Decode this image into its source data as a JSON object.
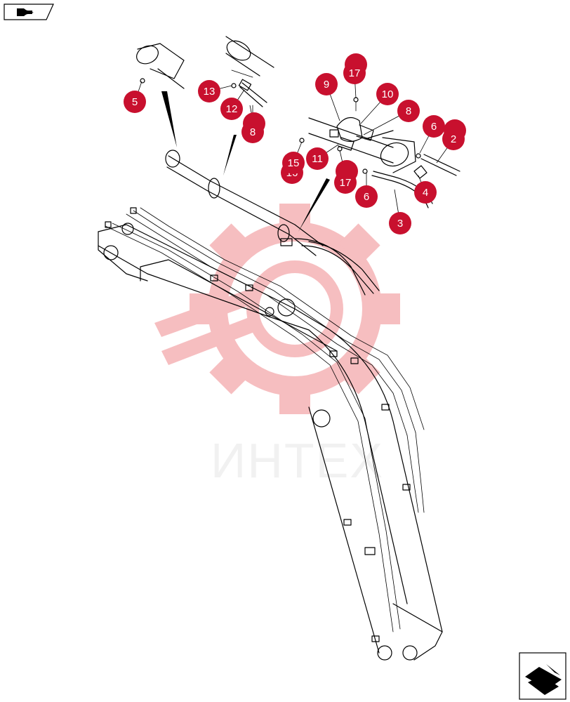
{
  "nav": {
    "prev_icon": "previous-page-arrow-icon",
    "next_icon": "next-page-arrow-icon"
  },
  "watermark": {
    "text": "ИНТЕХ",
    "color": "#e8474c"
  },
  "colors": {
    "callout_fill": "#c8102e",
    "callout_text": "#ffffff",
    "line": "#000000"
  },
  "callouts": [
    {
      "id": "c5",
      "label": "5"
    },
    {
      "id": "c13",
      "label": "13"
    },
    {
      "id": "c12",
      "label": "12"
    },
    {
      "id": "c8a",
      "label": "8"
    },
    {
      "id": "c8b",
      "label": "8"
    },
    {
      "id": "c17a",
      "label": "17"
    },
    {
      "id": "c9",
      "label": "9"
    },
    {
      "id": "c10",
      "label": "10"
    },
    {
      "id": "c6a",
      "label": "6"
    },
    {
      "id": "c2",
      "label": "2"
    },
    {
      "id": "c15",
      "label": "15"
    },
    {
      "id": "c16",
      "label": "16"
    },
    {
      "id": "c11",
      "label": "11"
    },
    {
      "id": "c17b",
      "label": "17"
    },
    {
      "id": "c6b",
      "label": "6"
    },
    {
      "id": "c4",
      "label": "4"
    },
    {
      "id": "c3",
      "label": "3"
    }
  ]
}
